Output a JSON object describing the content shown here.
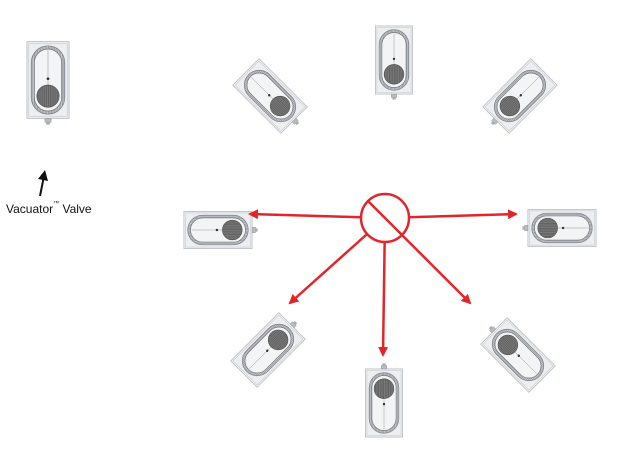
{
  "diagram": {
    "label": {
      "name": "Vacuator",
      "trademark": "™",
      "suffix": " Valve"
    },
    "colors": {
      "arrow": "#e0262b",
      "prohibition": "#e0262b",
      "housing_fill": "#e9ecef",
      "housing_stroke": "#8e9297",
      "ring": "#7c8085",
      "filter": "#6f6f6f",
      "label_arrow": "#111111"
    },
    "reference_bag": {
      "icon": "vacuator-bag-upright-icon"
    },
    "orientations": [
      {
        "id": "up",
        "angle": 0
      },
      {
        "id": "up-right",
        "angle": 45
      },
      {
        "id": "right",
        "angle": 90
      },
      {
        "id": "down-right",
        "angle": 135
      },
      {
        "id": "down",
        "angle": 180
      },
      {
        "id": "down-left",
        "angle": 225
      },
      {
        "id": "left",
        "angle": 270
      },
      {
        "id": "up-left",
        "angle": 315
      }
    ],
    "prohibited_orientations": [
      "left",
      "right",
      "down-left",
      "down",
      "down-right"
    ],
    "prohibition_symbol": "no-symbol-icon"
  }
}
